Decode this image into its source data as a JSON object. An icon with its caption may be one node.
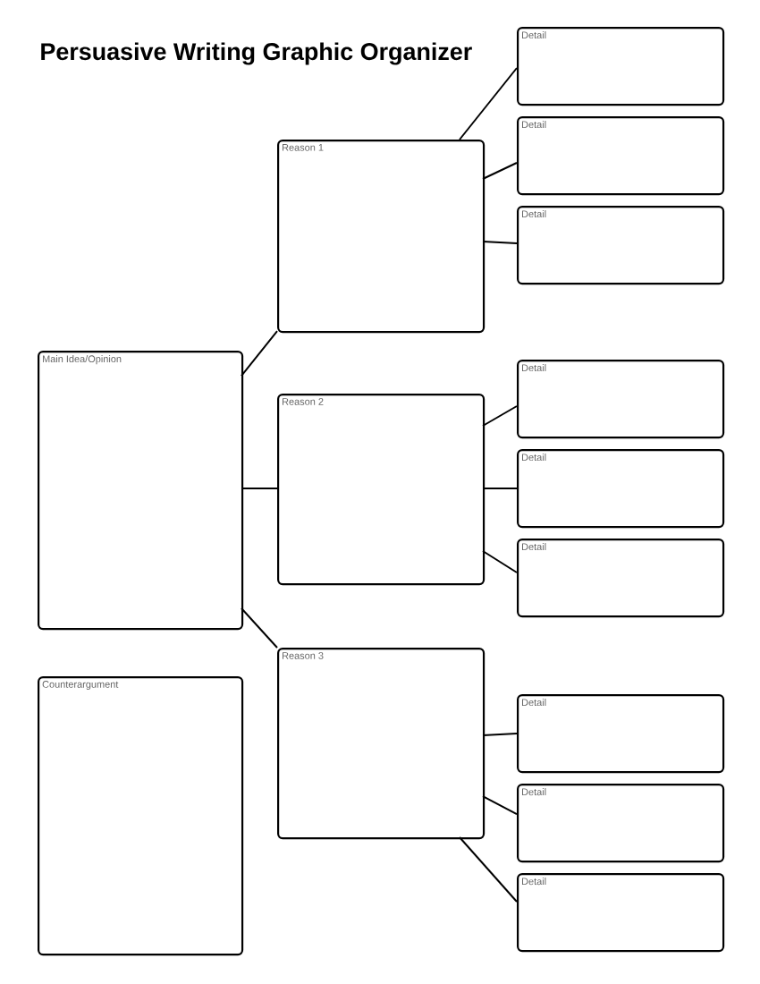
{
  "diagram": {
    "title": "Persuasive Writing Graphic Organizer",
    "nodes": [
      {
        "text": [
          "Main Idea/Opinion"
        ]
      },
      {
        "text": [
          "Counterargument"
        ]
      },
      {
        "text": [
          "Reason 1"
        ]
      },
      {
        "text": [
          "Detail"
        ]
      },
      {
        "text": [
          "Detail"
        ]
      },
      {
        "text": [
          "Detail"
        ]
      },
      {
        "text": [
          "Reason 2"
        ]
      },
      {
        "text": [
          "Detail"
        ]
      },
      {
        "text": [
          "Detail"
        ]
      },
      {
        "text": [
          "Detail"
        ]
      },
      {
        "text": [
          "Reason 3"
        ]
      },
      {
        "text": [
          "Detail"
        ]
      },
      {
        "text": [
          "Detail"
        ]
      },
      {
        "text": [
          "Detail"
        ]
      }
    ],
    "edges": [
      {
        "from": 0,
        "to": 2,
        "arrow": "none"
      },
      {
        "from": 0,
        "to": 6,
        "arrow": "none"
      },
      {
        "from": 0,
        "to": 10,
        "arrow": "none"
      },
      {
        "from": 2,
        "to": 3,
        "arrow": "none"
      },
      {
        "from": 2,
        "to": 4,
        "arrow": "none"
      },
      {
        "from": 2,
        "to": 5,
        "arrow": "none"
      },
      {
        "from": 6,
        "to": 7,
        "arrow": "none"
      },
      {
        "from": 6,
        "to": 8,
        "arrow": "none"
      },
      {
        "from": 6,
        "to": 9,
        "arrow": "none"
      },
      {
        "from": 10,
        "to": 11,
        "arrow": "none"
      },
      {
        "from": 10,
        "to": 12,
        "arrow": "none"
      },
      {
        "from": 10,
        "to": 13,
        "arrow": "none"
      }
    ]
  }
}
